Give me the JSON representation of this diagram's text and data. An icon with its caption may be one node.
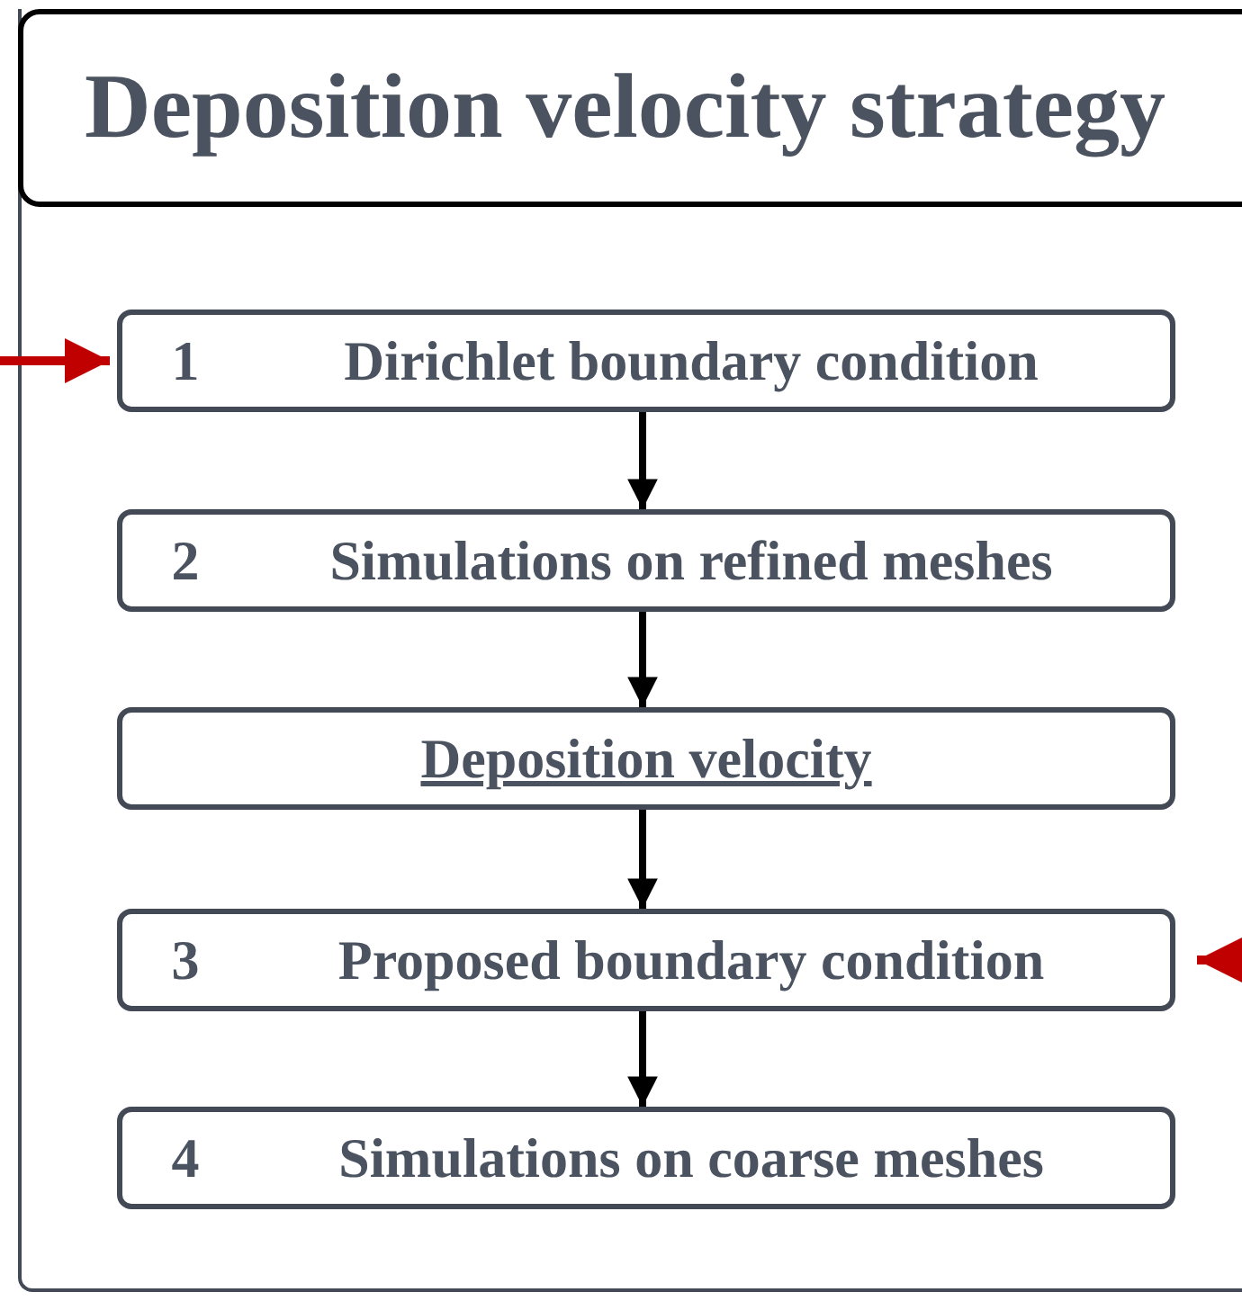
{
  "diagram": {
    "nodes": [
      {
        "text": [
          "Deposition velocity strategy"
        ]
      },
      {
        "text": [
          "1",
          "Dirichlet boundary condition"
        ],
        "in": 0
      },
      {
        "text": [
          "2",
          "Simulations on refined meshes"
        ],
        "in": 0
      },
      {
        "text": [
          "Deposition velocity"
        ],
        "in": 0
      },
      {
        "text": [
          "3",
          "Proposed boundary condition"
        ],
        "in": 0
      },
      {
        "text": [
          "4",
          "Simulations on coarse meshes"
        ],
        "in": 0
      }
    ],
    "edges": [
      {
        "from": 1,
        "to": 2,
        "arrow": "to"
      },
      {
        "from": 2,
        "to": 3,
        "arrow": "to"
      },
      {
        "from": 3,
        "to": 4,
        "arrow": "to"
      },
      {
        "from": 4,
        "to": 5,
        "arrow": "to"
      },
      {
        "from": null,
        "to": 1,
        "arrow": "to",
        "color": "#c00000"
      },
      {
        "from": null,
        "to": 4,
        "arrow": "to",
        "color": "#c00000"
      }
    ]
  }
}
